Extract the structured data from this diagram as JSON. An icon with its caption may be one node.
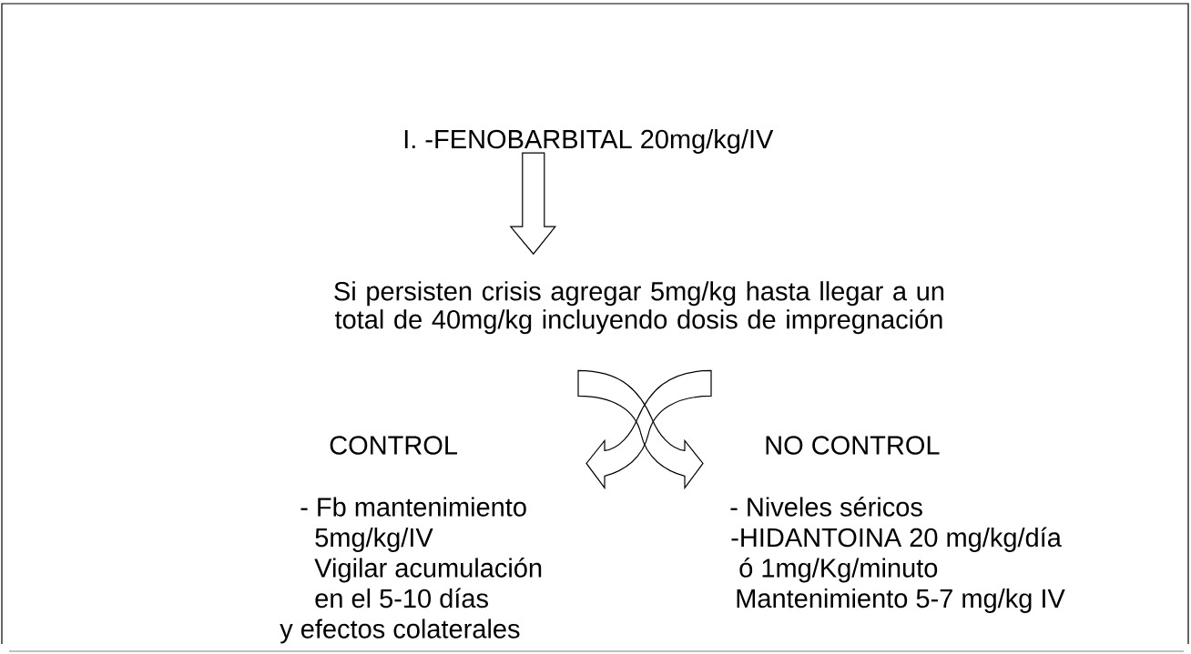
{
  "diagram": {
    "nodes": [
      {
        "text": [
          "I. -FENOBARBITAL 20mg/kg/IV"
        ]
      },
      {
        "text": [
          "Si persisten crisis agregar 5mg/kg hasta llegar a un total de 40mg/kg incluyendo dosis de impregnación"
        ]
      },
      {
        "text": [
          "CONTROL",
          "- Fb mantenimiento",
          "5mg/kg/IV",
          "Vigilar acumulación",
          "en el 5-10 días",
          "y efectos colaterales"
        ]
      },
      {
        "text": [
          "NO CONTROL",
          "- Niveles séricos",
          "-HIDANTOINA 20 mg/kg/día",
          "ó 1mg/Kg/minuto",
          "Mantenimiento 5-7 mg/kg IV"
        ]
      }
    ],
    "edges": [
      {
        "from": 0,
        "to": 1,
        "arrow": "to"
      },
      {
        "from": 1,
        "to": 2,
        "arrow": "to"
      },
      {
        "from": 1,
        "to": 3,
        "arrow": "to"
      }
    ]
  }
}
